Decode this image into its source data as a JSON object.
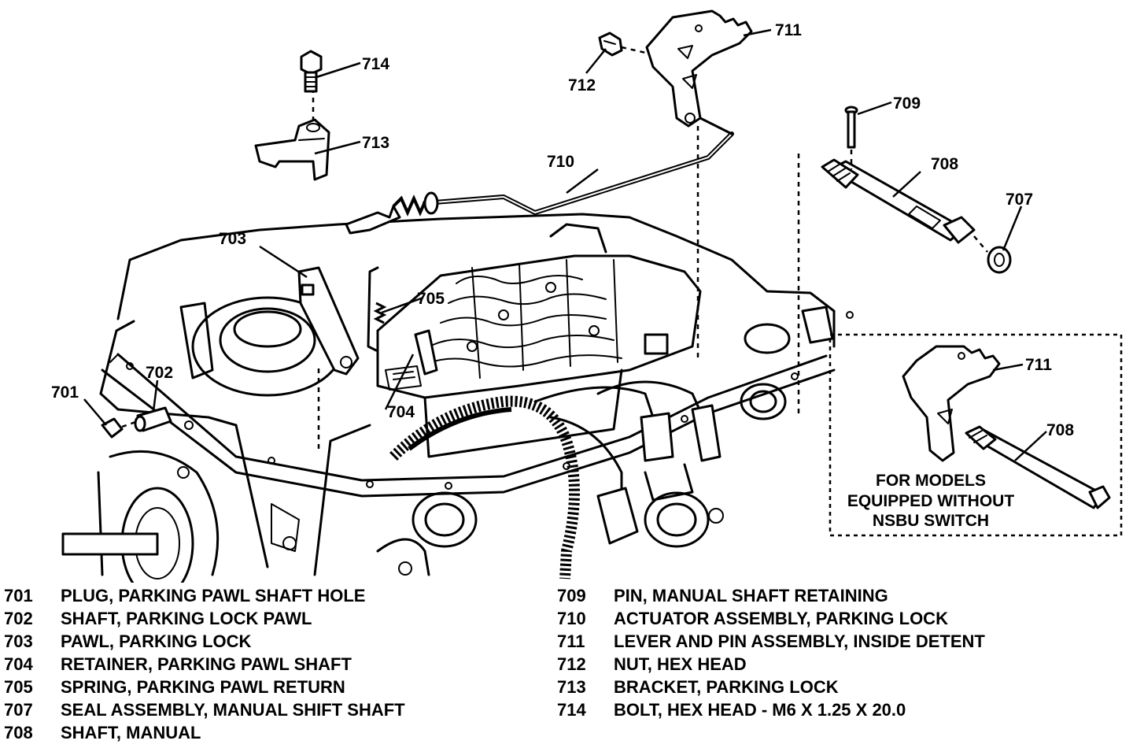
{
  "callouts": {
    "c701": "701",
    "c702": "702",
    "c703": "703",
    "c704": "704",
    "c705": "705",
    "c707": "707",
    "c708a": "708",
    "c708b": "708",
    "c709": "709",
    "c710": "710",
    "c711a": "711",
    "c711b": "711",
    "c712": "712",
    "c713": "713",
    "c714": "714"
  },
  "inset": {
    "note_line1": "FOR MODELS",
    "note_line2": "EQUIPPED WITHOUT",
    "note_line3": "NSBU SWITCH"
  },
  "legend_left": [
    {
      "num": "701",
      "desc": "PLUG, PARKING PAWL SHAFT HOLE"
    },
    {
      "num": "702",
      "desc": "SHAFT, PARKING LOCK PAWL"
    },
    {
      "num": "703",
      "desc": "PAWL, PARKING LOCK"
    },
    {
      "num": "704",
      "desc": "RETAINER, PARKING PAWL SHAFT"
    },
    {
      "num": "705",
      "desc": "SPRING, PARKING PAWL RETURN"
    },
    {
      "num": "707",
      "desc": "SEAL ASSEMBLY, MANUAL SHIFT SHAFT"
    },
    {
      "num": "708",
      "desc": "SHAFT, MANUAL"
    }
  ],
  "legend_right": [
    {
      "num": "709",
      "desc": "PIN, MANUAL SHAFT RETAINING"
    },
    {
      "num": "710",
      "desc": "ACTUATOR ASSEMBLY, PARKING LOCK"
    },
    {
      "num": "711",
      "desc": "LEVER AND PIN ASSEMBLY, INSIDE DETENT"
    },
    {
      "num": "712",
      "desc": "NUT, HEX HEAD"
    },
    {
      "num": "713",
      "desc": "BRACKET, PARKING LOCK"
    },
    {
      "num": "714",
      "desc": "BOLT, HEX HEAD - M6 X 1.25 X 20.0"
    }
  ]
}
